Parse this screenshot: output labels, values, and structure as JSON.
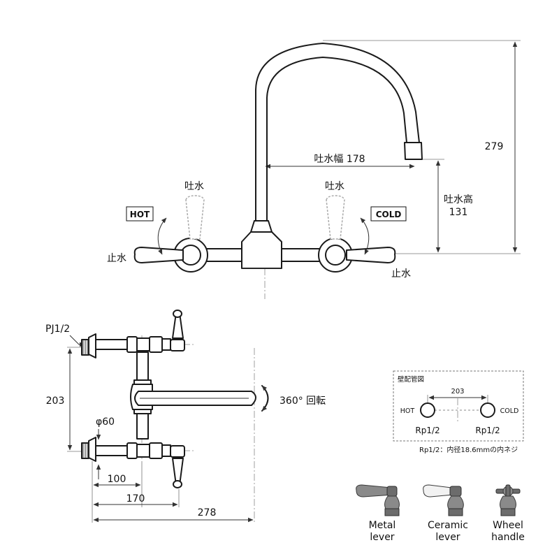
{
  "front_view": {
    "spout_label_left": "吐水",
    "spout_label_right": "吐水",
    "stop_label_left": "止水",
    "stop_label_right": "止水",
    "hot_badge": "HOT",
    "cold_badge": "COLD",
    "spout_reach": "吐水幅 178",
    "spout_height_label": "吐水高",
    "spout_height_value": "131",
    "total_height": "279"
  },
  "plan_view": {
    "thread_label": "PJ1/2",
    "center_distance": "203",
    "flange_diameter": "φ60",
    "rotation_label": "360° 回転",
    "dim_100": "100",
    "dim_170": "170",
    "dim_278": "278"
  },
  "wall_piping": {
    "title": "壁配管図",
    "spacing": "203",
    "hot_label": "HOT",
    "cold_label": "COLD",
    "left_thread": "Rp1/2",
    "right_thread": "Rp1/2",
    "note": "Rp1/2：内径18.6mmの内ネジ"
  },
  "handle_options": [
    {
      "line1": "Metal",
      "line2": "lever",
      "icon": "metal-lever-icon"
    },
    {
      "line1": "Ceramic",
      "line2": "lever",
      "icon": "ceramic-lever-icon"
    },
    {
      "line1": "Wheel",
      "line2": "handle",
      "icon": "wheel-handle-icon"
    }
  ]
}
